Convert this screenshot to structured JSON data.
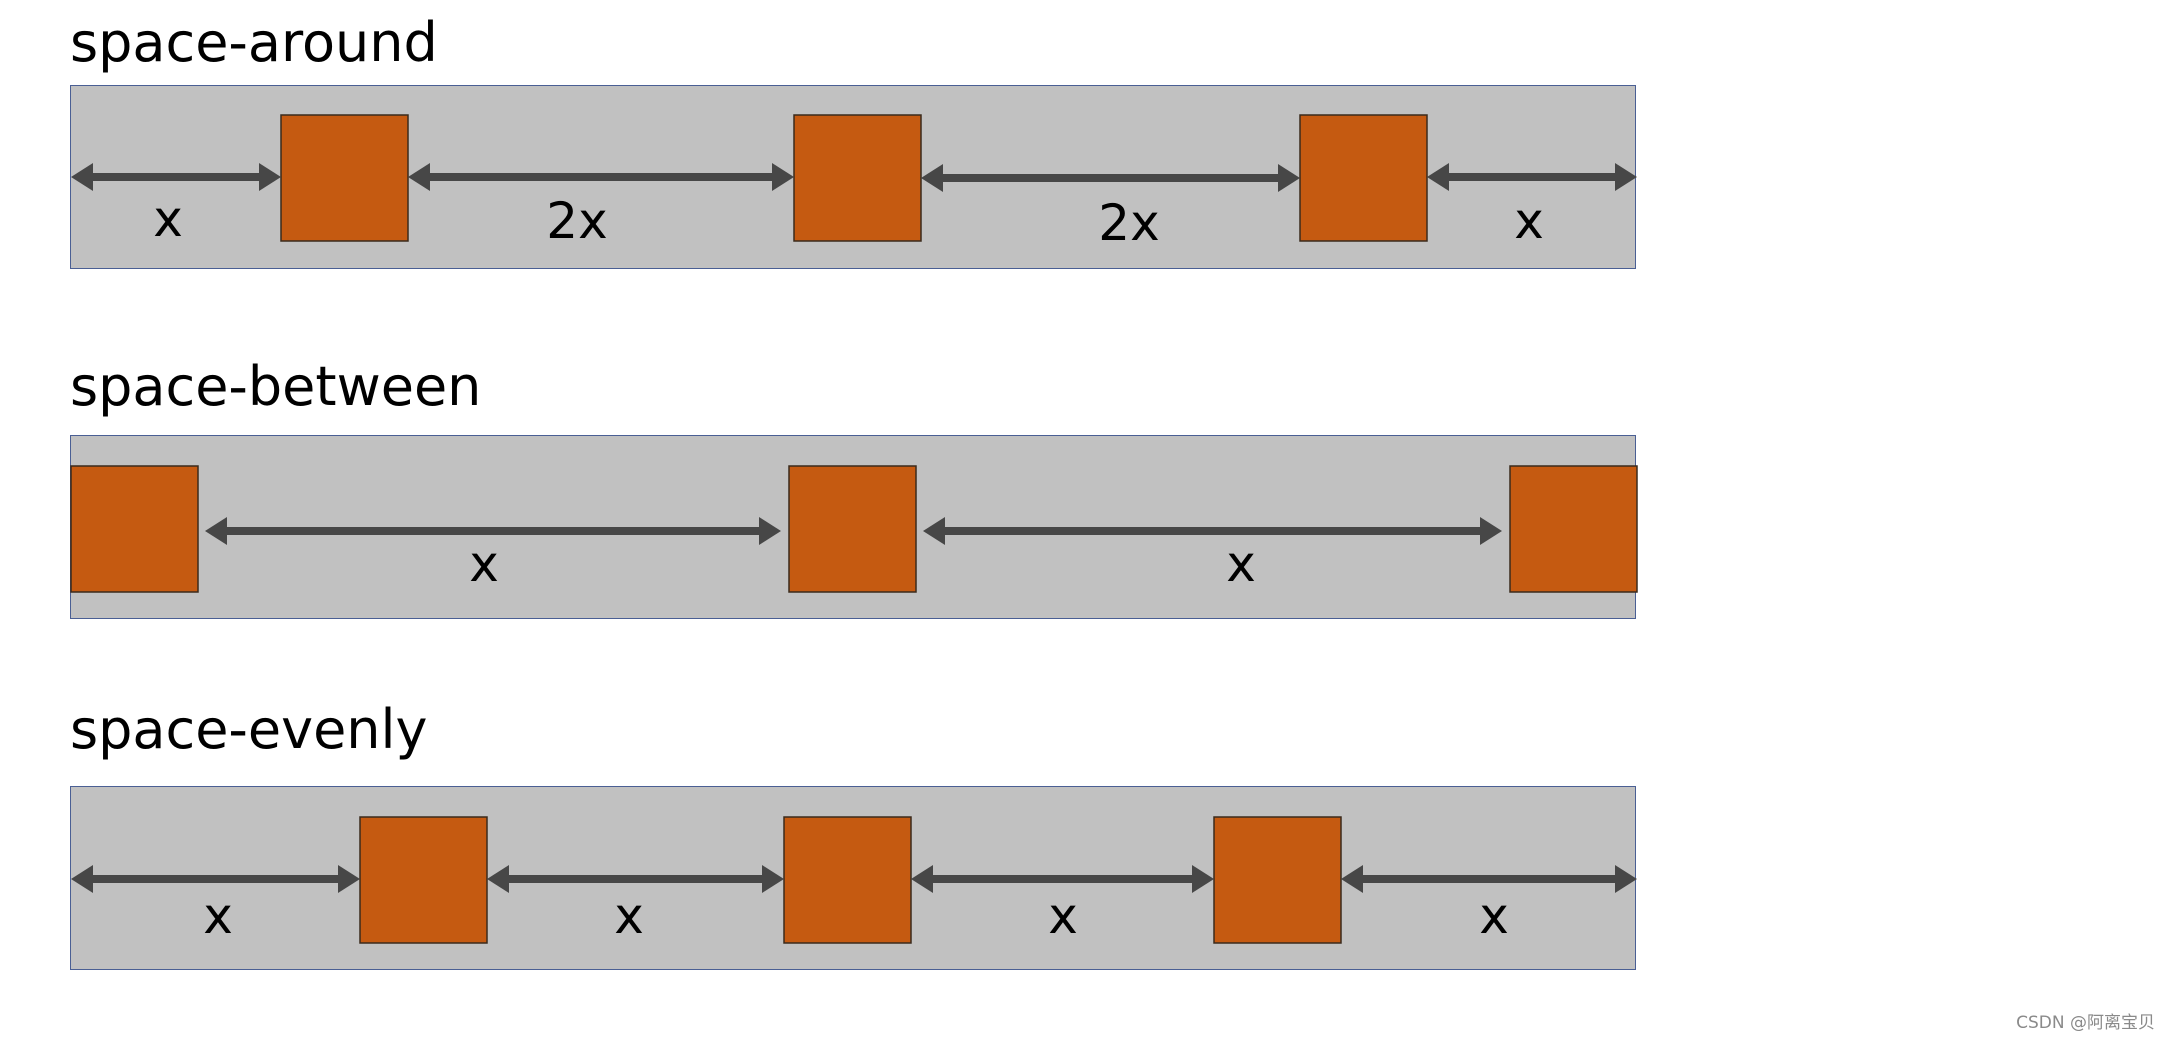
{
  "diagrams": [
    {
      "title": "space-around",
      "labels": [
        "x",
        "2x",
        "2x",
        "x"
      ],
      "box_color": "#c55a11"
    },
    {
      "title": "space-between",
      "labels": [
        "x",
        "x"
      ],
      "box_color": "#c55a11"
    },
    {
      "title": "space-evenly",
      "labels": [
        "x",
        "x",
        "x",
        "x"
      ],
      "box_color": "#c55a11"
    }
  ],
  "watermark": "CSDN @阿离宝贝"
}
